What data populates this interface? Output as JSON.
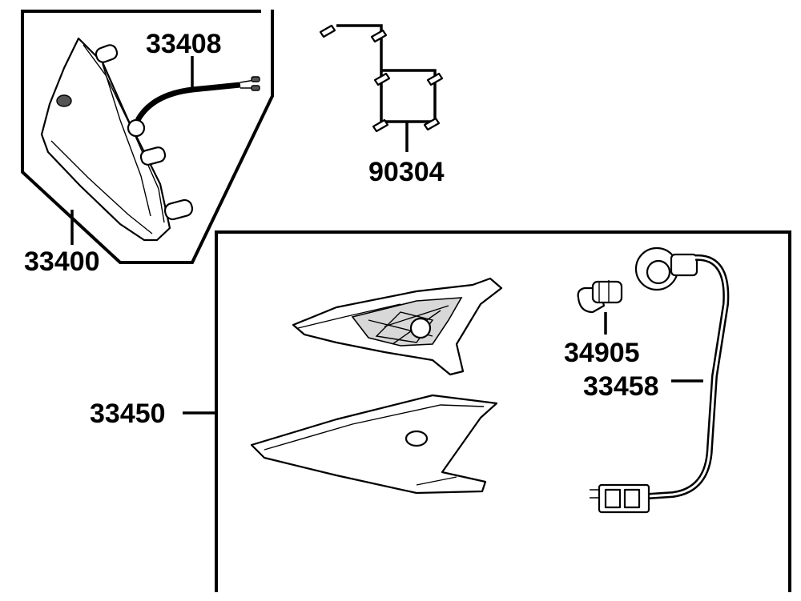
{
  "labels": {
    "p33408": "33408",
    "p90304": "90304",
    "p33400": "33400",
    "p33450": "33450",
    "p34905": "34905",
    "p33458": "33458"
  }
}
